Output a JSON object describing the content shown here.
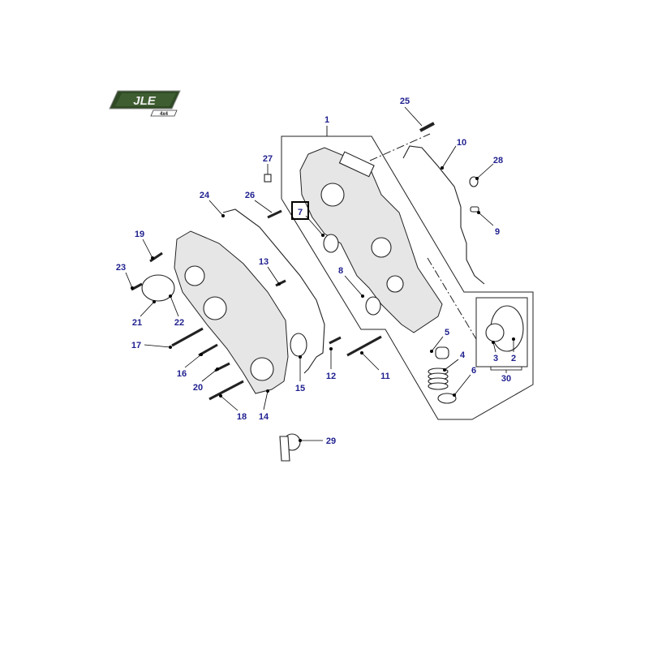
{
  "logo": {
    "text": "JLE",
    "sub": "4x4",
    "color": "#2f4a25"
  },
  "label_color": "#1f1f8f",
  "callouts": {
    "c1": "1",
    "c2": "2",
    "c3": "3",
    "c4": "4",
    "c5": "5",
    "c6": "6",
    "c7": "7",
    "c8": "8",
    "c9": "9",
    "c10": "10",
    "c11": "11",
    "c12": "12",
    "c13": "13",
    "c14": "14",
    "c15": "15",
    "c16": "16",
    "c17": "17",
    "c18": "18",
    "c19": "19",
    "c20": "20",
    "c21": "21",
    "c22": "22",
    "c23": "23",
    "c24": "24",
    "c25": "25",
    "c26": "26",
    "c27": "27",
    "c28": "28",
    "c29": "29",
    "c30": "30"
  },
  "highlighted_callout": "7"
}
